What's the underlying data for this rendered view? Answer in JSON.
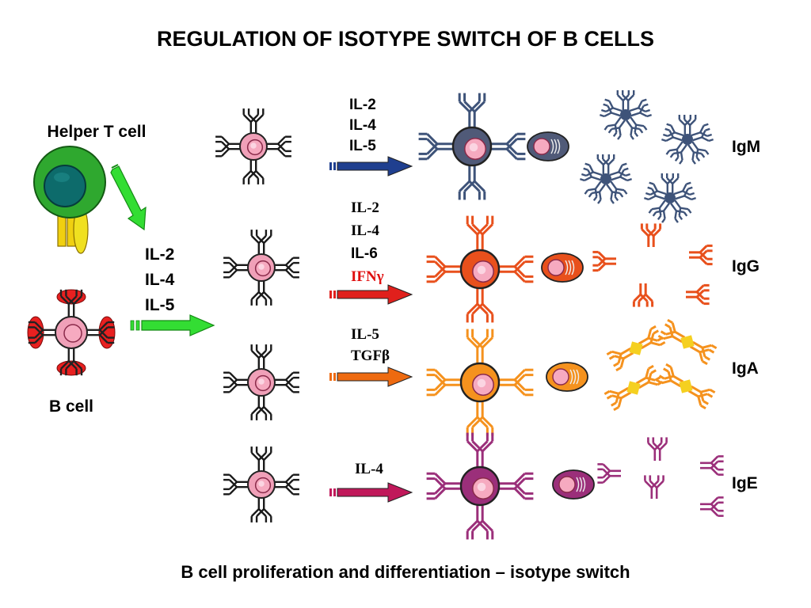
{
  "title": "REGULATION OF ISOTYPE SWITCH OF B CELLS",
  "caption": "B cell proliferation and differentiation – isotype switch",
  "labels": {
    "helper_t_cell": "Helper T cell",
    "b_cell": "B cell"
  },
  "t_cell_cytokines": [
    "IL-2",
    "IL-4",
    "IL-5"
  ],
  "colors": {
    "igm": "#3e5379",
    "igg": "#e8501c",
    "iga": "#f5921e",
    "ige": "#9b2f7a",
    "naive": "#1a1a1a",
    "cell_pink": "#f0a0b8",
    "t_cell_green": "#2fa82f",
    "t_cell_nucleus": "#0d6b6b",
    "green_arrow": "#33dd33"
  },
  "rows": [
    {
      "id": "igm",
      "isotype": "IgM",
      "cytokines": [
        {
          "text": "IL-2",
          "highlight": false
        },
        {
          "text": "IL-4",
          "highlight": false
        },
        {
          "text": "IL-5",
          "highlight": false
        }
      ],
      "arrow_color": "#1f3f8f"
    },
    {
      "id": "igg",
      "isotype": "IgG",
      "cytokines": [
        {
          "text": "IL-2",
          "highlight": false
        },
        {
          "text": "IL-4",
          "highlight": false
        },
        {
          "text": "IL-6",
          "highlight": false
        },
        {
          "text": "IFNγ",
          "highlight": true
        }
      ],
      "arrow_color": "#e0201c"
    },
    {
      "id": "iga",
      "isotype": "IgA",
      "cytokines": [
        {
          "text": "IL-5",
          "highlight": false
        },
        {
          "text": "TGFβ",
          "highlight": false
        }
      ],
      "arrow_color": "#ee6a10"
    },
    {
      "id": "ige",
      "isotype": "IgE",
      "cytokines": [
        {
          "text": "IL-4",
          "highlight": false
        }
      ],
      "arrow_color": "#c0185a"
    }
  ]
}
